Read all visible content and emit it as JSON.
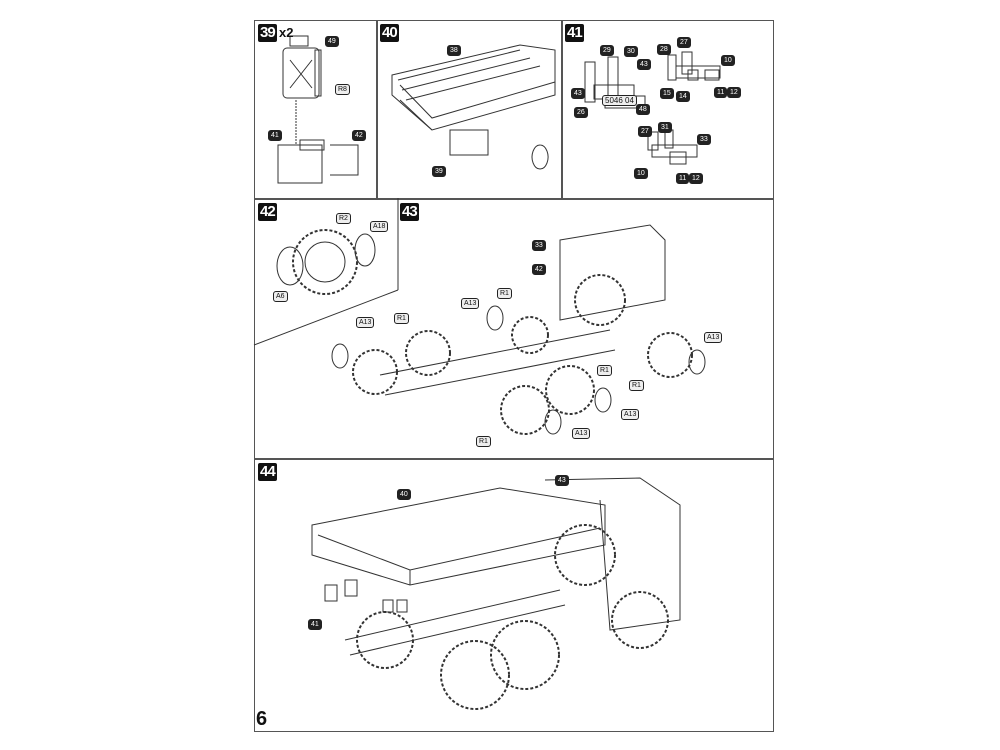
{
  "page_number": "6",
  "steps": [
    {
      "number": "39",
      "multiplier": "x2",
      "parts": [
        "49",
        "R8",
        "41",
        "42"
      ]
    },
    {
      "number": "40",
      "parts": [
        "38",
        "39"
      ]
    },
    {
      "number": "41",
      "parts": [
        "29",
        "30",
        "43",
        "43",
        "26",
        "48",
        "28",
        "27",
        "10",
        "15",
        "14",
        "11",
        "12",
        "27",
        "31",
        "33",
        "10",
        "11",
        "12"
      ],
      "plate_text": "5046  04"
    },
    {
      "number": "42",
      "parts": [
        "R2",
        "A18",
        "A6"
      ]
    },
    {
      "number": "43",
      "parts": [
        "33",
        "42",
        "R1",
        "A13",
        "R1",
        "A13",
        "A13",
        "R1",
        "R1",
        "A13",
        "A13",
        "R1"
      ]
    },
    {
      "number": "44",
      "parts": [
        "40",
        "43",
        "41"
      ]
    }
  ]
}
